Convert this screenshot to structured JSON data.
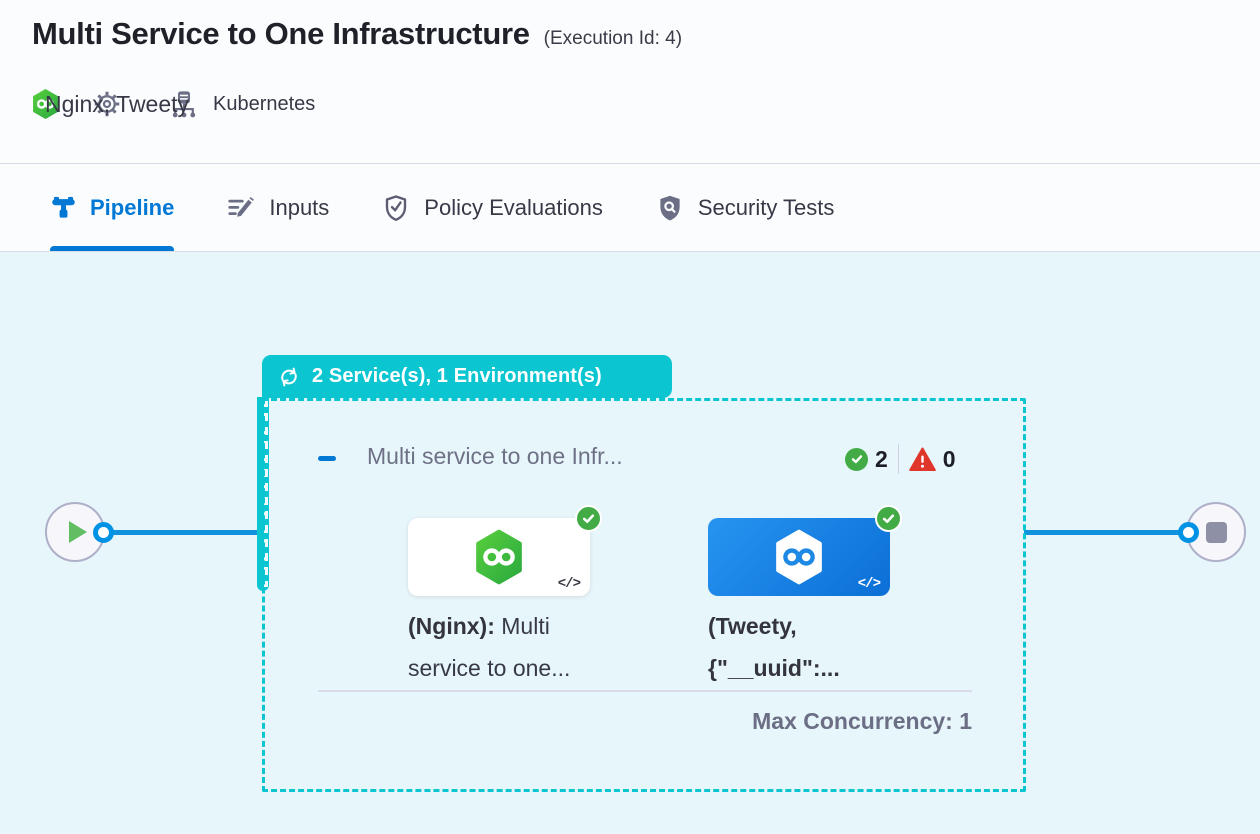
{
  "header": {
    "title": "Multi Service to One Infrastructure",
    "execution_id": "(Execution Id: 4)",
    "services_label": "Nginx, Tweety",
    "infrastructure_label": "Kubernetes"
  },
  "tabs": [
    {
      "label": "Pipeline",
      "active": true
    },
    {
      "label": "Inputs",
      "active": false
    },
    {
      "label": "Policy Evaluations",
      "active": false
    },
    {
      "label": "Security Tests",
      "active": false
    }
  ],
  "pipeline": {
    "matrix_badge_label": "2 Service(s), 1 Environment(s)",
    "stage": {
      "title": "Multi service to one Infr...",
      "success_count": "2",
      "failed_count": "0",
      "max_concurrency": "Max Concurrency: 1",
      "services": [
        {
          "label_bold": "(Nginx):",
          "label_rest": " Multi",
          "label_line2": "service to one...",
          "card_style": "white"
        },
        {
          "label_line1": "(Tweety,",
          "label_line2": "{\"__uuid\":...",
          "card_style": "blue"
        }
      ]
    }
  },
  "icons": {
    "code_glyph": "</>"
  },
  "colors": {
    "accent_blue": "#0278D5",
    "teal": "#0BC5D0",
    "success_green": "#42AB45",
    "error_red": "#E0352B",
    "edge_blue": "#1092DF",
    "canvas_bg": "#E7F6FA"
  }
}
